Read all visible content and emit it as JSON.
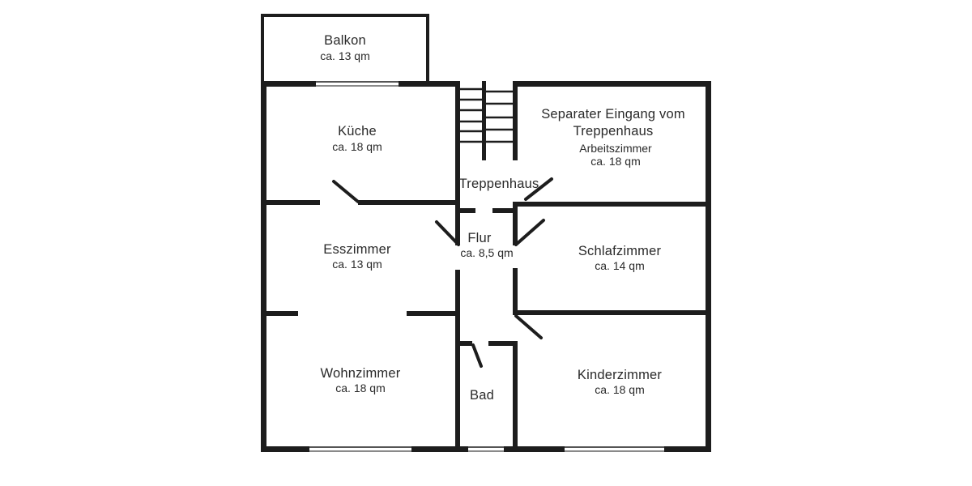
{
  "plan_type": "floor-plan",
  "language": "de",
  "rooms": {
    "balkon": {
      "name": "Balkon",
      "area": "ca. 13 qm"
    },
    "kueche": {
      "name": "Küche",
      "area": "ca. 18 qm"
    },
    "arbeitszimmer": {
      "note_line1": "Separater Eingang vom",
      "note_line2": "Treppenhaus",
      "name": "Arbeitszimmer",
      "area": "ca. 18 qm"
    },
    "treppenhaus": {
      "name": "Treppenhaus"
    },
    "esszimmer": {
      "name": "Esszimmer",
      "area": "ca. 13 qm"
    },
    "flur": {
      "name": "Flur",
      "area": "ca. 8,5 qm"
    },
    "schlafzimmer": {
      "name": "Schlafzimmer",
      "area": "ca. 14 qm"
    },
    "wohnzimmer": {
      "name": "Wohnzimmer",
      "area": "ca. 18 qm"
    },
    "bad": {
      "name": "Bad"
    },
    "kinderzimmer": {
      "name": "Kinderzimmer",
      "area": "ca. 18 qm"
    }
  },
  "colors": {
    "wall": "#1d1d1d",
    "background": "#ffffff",
    "window_line": "#8a8a8a",
    "text": "#2a2a2a"
  }
}
